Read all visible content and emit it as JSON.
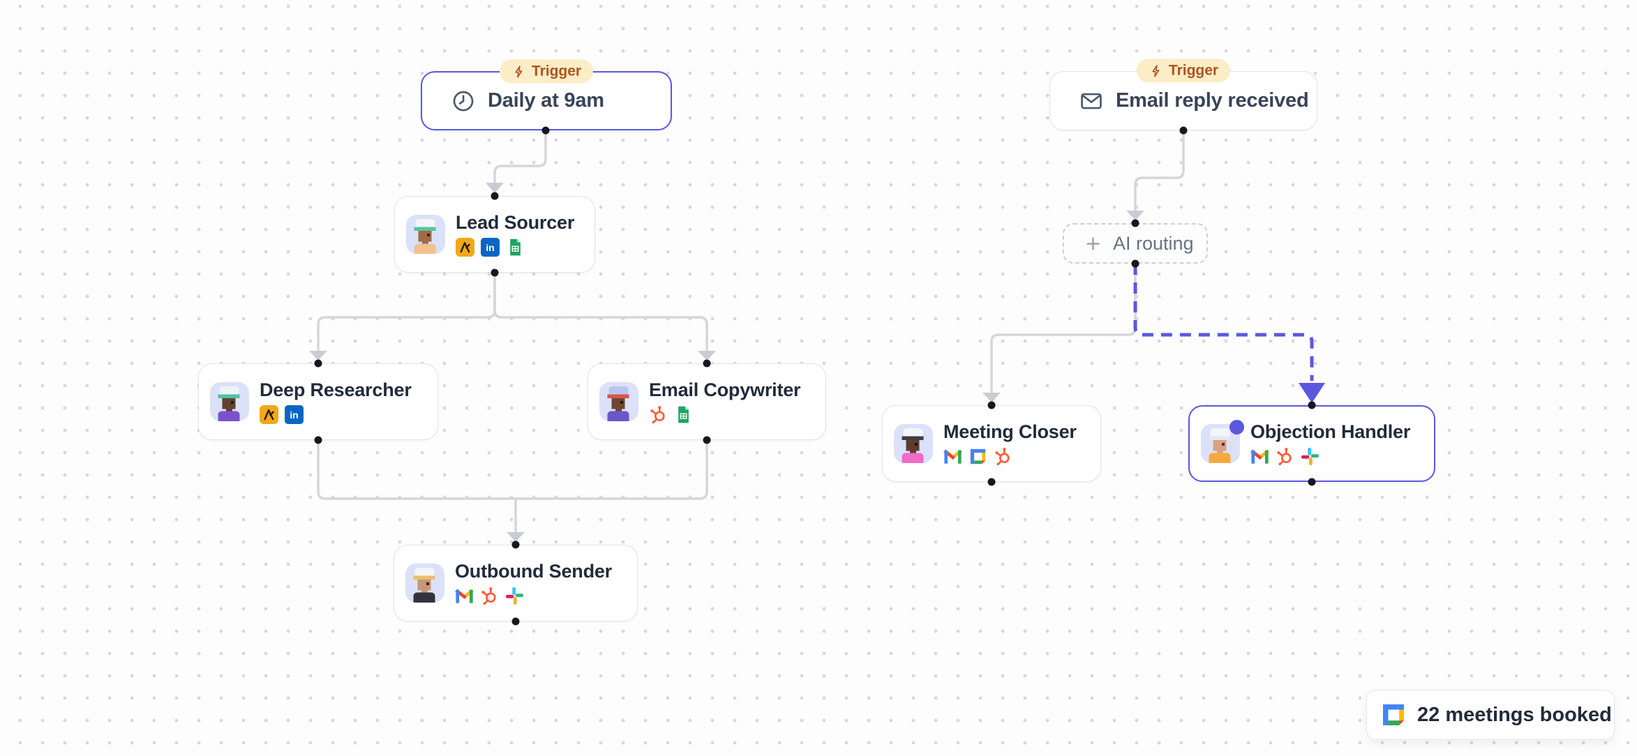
{
  "canvas": {
    "background": "#FDFDFD",
    "dot_color": "#D8D8DC"
  },
  "nodes": {
    "daily_trigger": {
      "badge": "Trigger",
      "title": "Daily at 9am",
      "icon": "clock-icon",
      "selected": true
    },
    "lead_sourcer": {
      "title": "Lead Sourcer",
      "apps": [
        "apify-icon",
        "linkedin-icon",
        "google-sheets-icon"
      ]
    },
    "deep_researcher": {
      "title": "Deep Researcher",
      "apps": [
        "apify-icon",
        "linkedin-icon"
      ]
    },
    "email_copywriter": {
      "title": "Email Copywriter",
      "apps": [
        "hubspot-icon",
        "google-sheets-icon"
      ]
    },
    "outbound_sender": {
      "title": "Outbound Sender",
      "apps": [
        "gmail-icon",
        "hubspot-icon",
        "slack-icon"
      ]
    },
    "email_trigger": {
      "badge": "Trigger",
      "title": "Email reply received",
      "icon": "mail-icon"
    },
    "ai_routing": {
      "title": "AI routing",
      "icon": "plus-icon"
    },
    "meeting_closer": {
      "title": "Meeting Closer",
      "apps": [
        "gmail-icon",
        "google-calendar-icon",
        "hubspot-icon"
      ]
    },
    "objection_handler": {
      "title": "Objection Handler",
      "apps": [
        "gmail-icon",
        "hubspot-icon",
        "slack-icon"
      ],
      "selected": true,
      "status_dot": true
    }
  },
  "status_card": {
    "label": "22 meetings booked",
    "icon": "google-calendar-icon"
  },
  "colors": {
    "accent": "#5B58E0",
    "edge": "#D4D6DC",
    "arrow": "#C9CCD3",
    "handle": "#17171F",
    "trigger_badge_bg": "#FBEDC5",
    "trigger_badge_text": "#AD5420",
    "node_border": "#E4E4E8",
    "title_text": "#222B3B",
    "muted_text": "#68727F"
  }
}
